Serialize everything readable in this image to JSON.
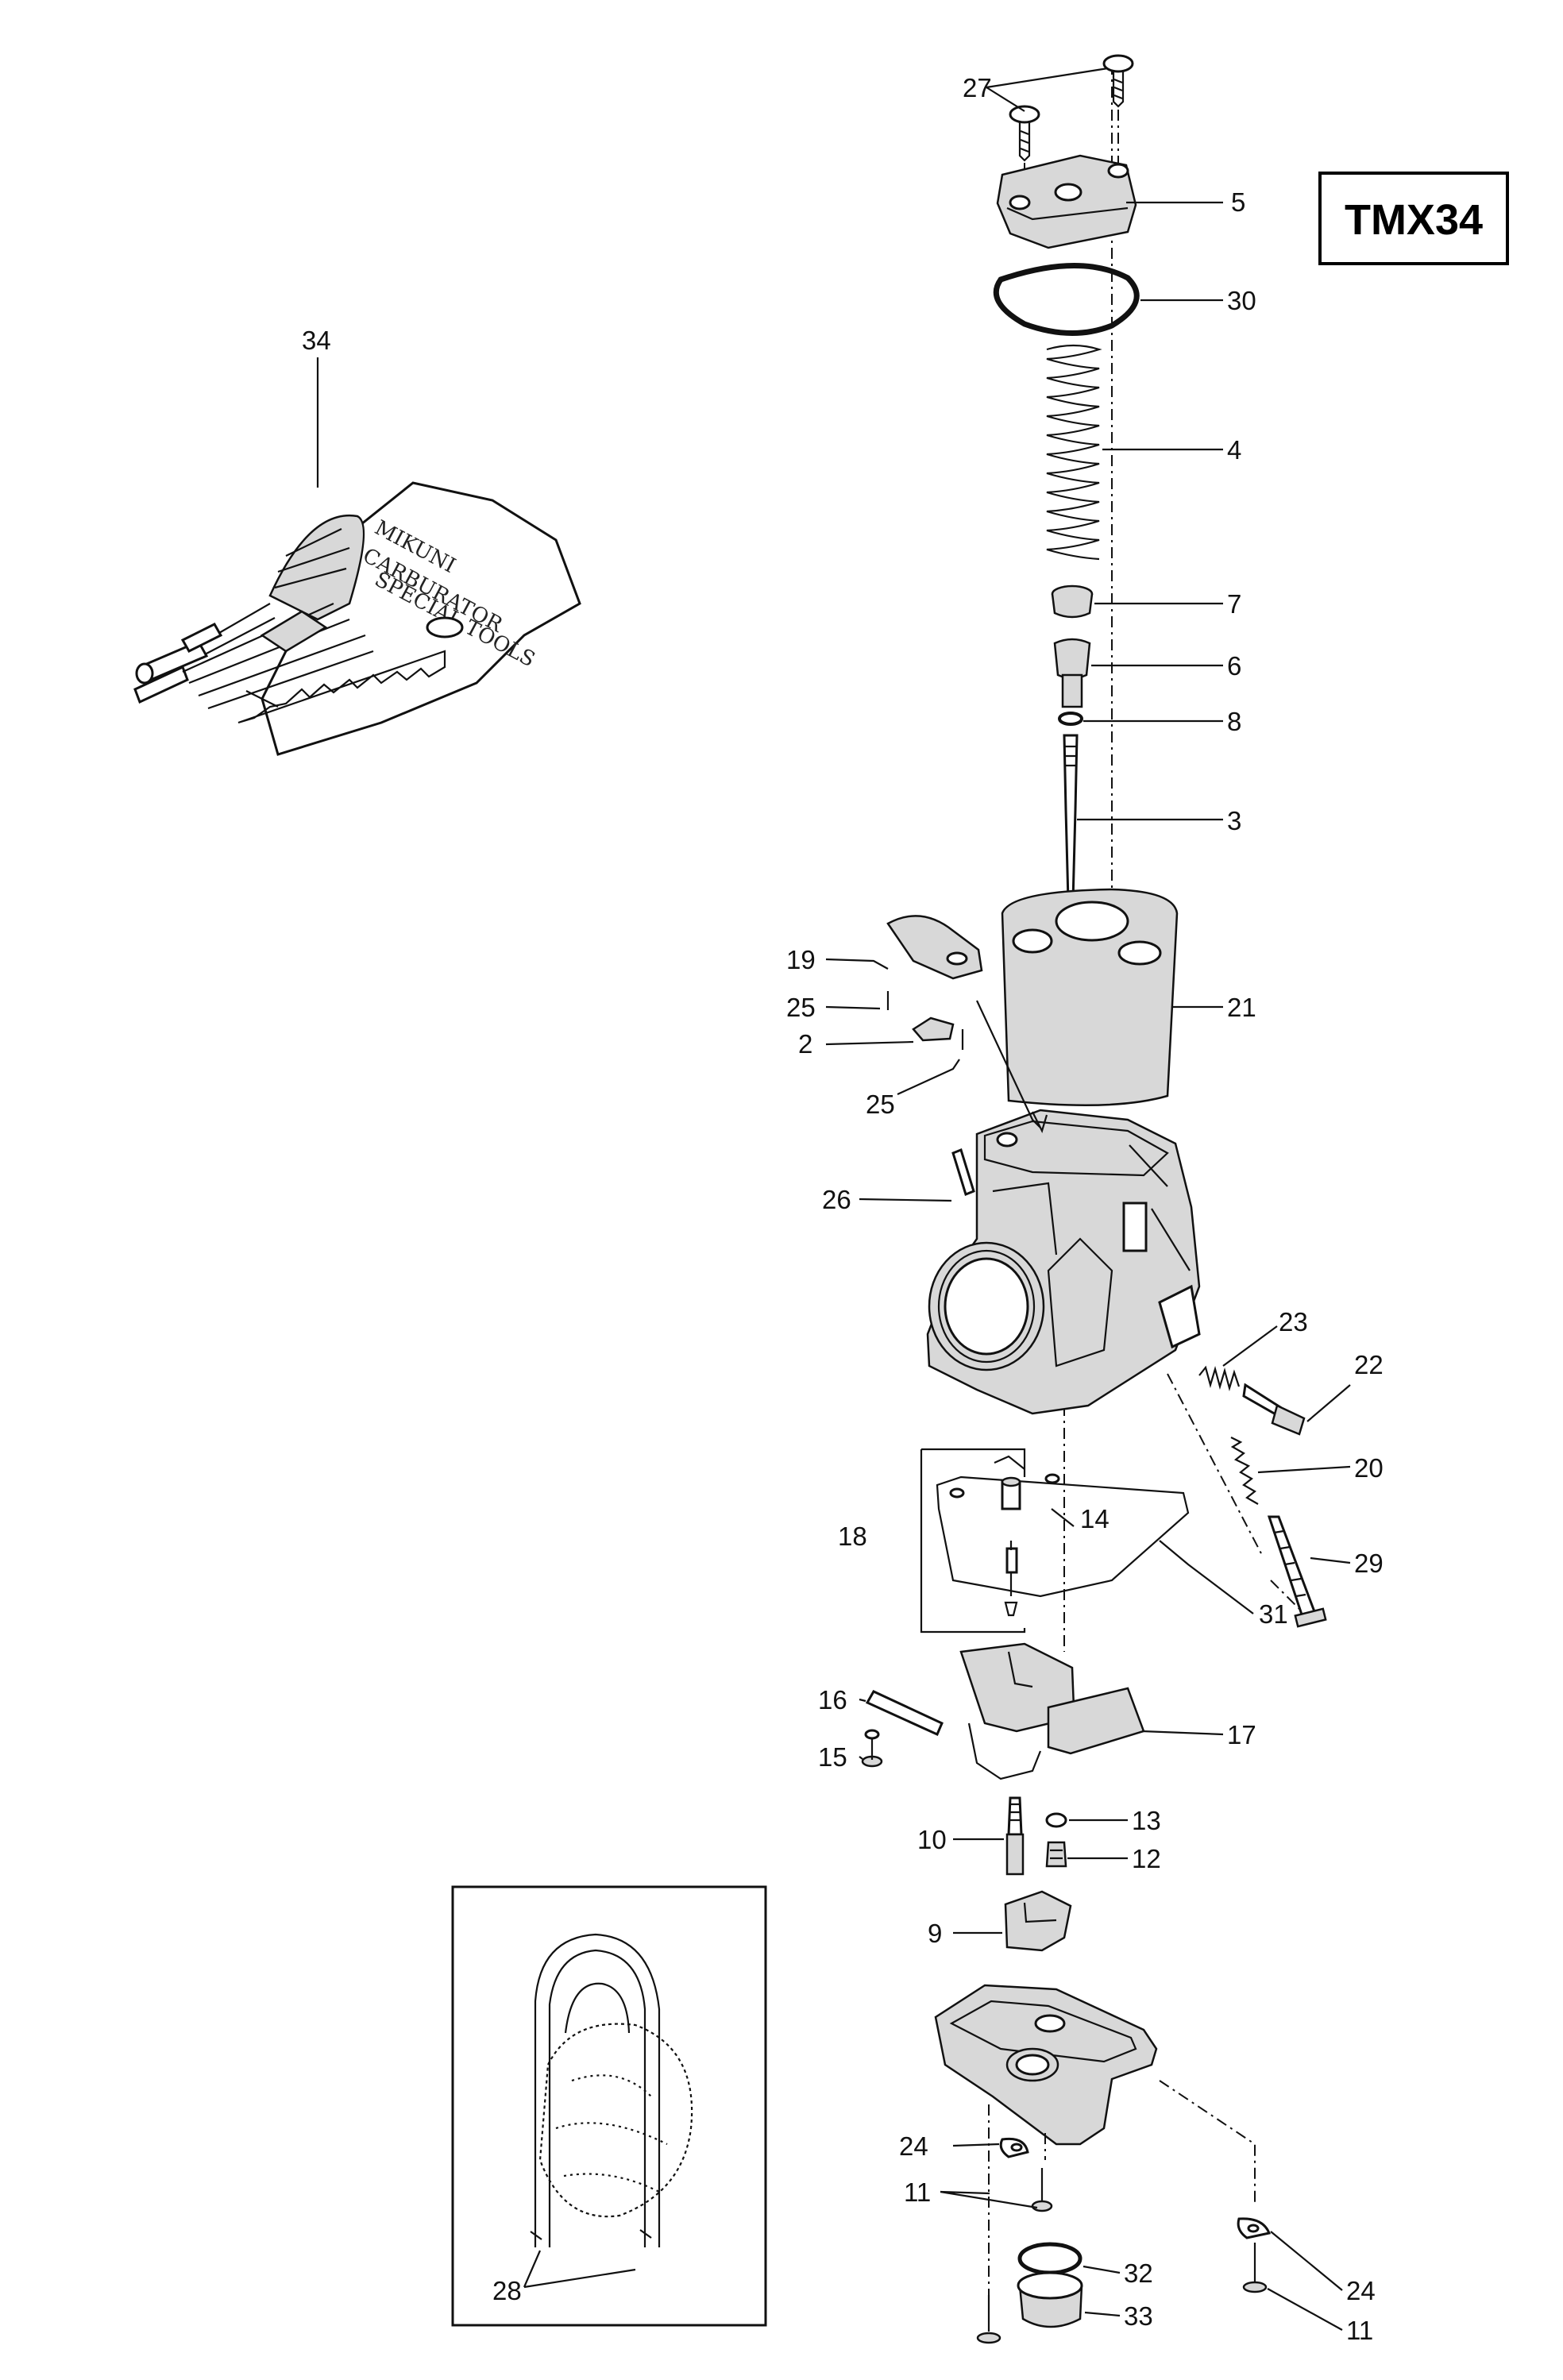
{
  "title": "TMX34",
  "callouts": [
    {
      "id": "c27",
      "text": "27"
    },
    {
      "id": "c5",
      "text": "5"
    },
    {
      "id": "c30",
      "text": "30"
    },
    {
      "id": "c4",
      "text": "4"
    },
    {
      "id": "c7",
      "text": "7"
    },
    {
      "id": "c6",
      "text": "6"
    },
    {
      "id": "c8",
      "text": "8"
    },
    {
      "id": "c3",
      "text": "3"
    },
    {
      "id": "c19",
      "text": "19"
    },
    {
      "id": "c25a",
      "text": "25"
    },
    {
      "id": "c2",
      "text": "2"
    },
    {
      "id": "c25b",
      "text": "25"
    },
    {
      "id": "c21",
      "text": "21"
    },
    {
      "id": "c26",
      "text": "26"
    },
    {
      "id": "c23",
      "text": "23"
    },
    {
      "id": "c22",
      "text": "22"
    },
    {
      "id": "c20",
      "text": "20"
    },
    {
      "id": "c14",
      "text": "14"
    },
    {
      "id": "c18",
      "text": "18"
    },
    {
      "id": "c29",
      "text": "29"
    },
    {
      "id": "c31",
      "text": "31"
    },
    {
      "id": "c16",
      "text": "16"
    },
    {
      "id": "c17",
      "text": "17"
    },
    {
      "id": "c15",
      "text": "15"
    },
    {
      "id": "c13",
      "text": "13"
    },
    {
      "id": "c10",
      "text": "10"
    },
    {
      "id": "c12",
      "text": "12"
    },
    {
      "id": "c9",
      "text": "9"
    },
    {
      "id": "c24a",
      "text": "24"
    },
    {
      "id": "c11a",
      "text": "11"
    },
    {
      "id": "c32",
      "text": "32"
    },
    {
      "id": "c33",
      "text": "33"
    },
    {
      "id": "c24b",
      "text": "24"
    },
    {
      "id": "c11b",
      "text": "11"
    },
    {
      "id": "c28",
      "text": "28"
    },
    {
      "id": "c34",
      "text": "34"
    }
  ],
  "tool_kit_lettering": [
    "MIKUNI",
    "CARBURATOR",
    "SPECIAL TOOLS"
  ]
}
